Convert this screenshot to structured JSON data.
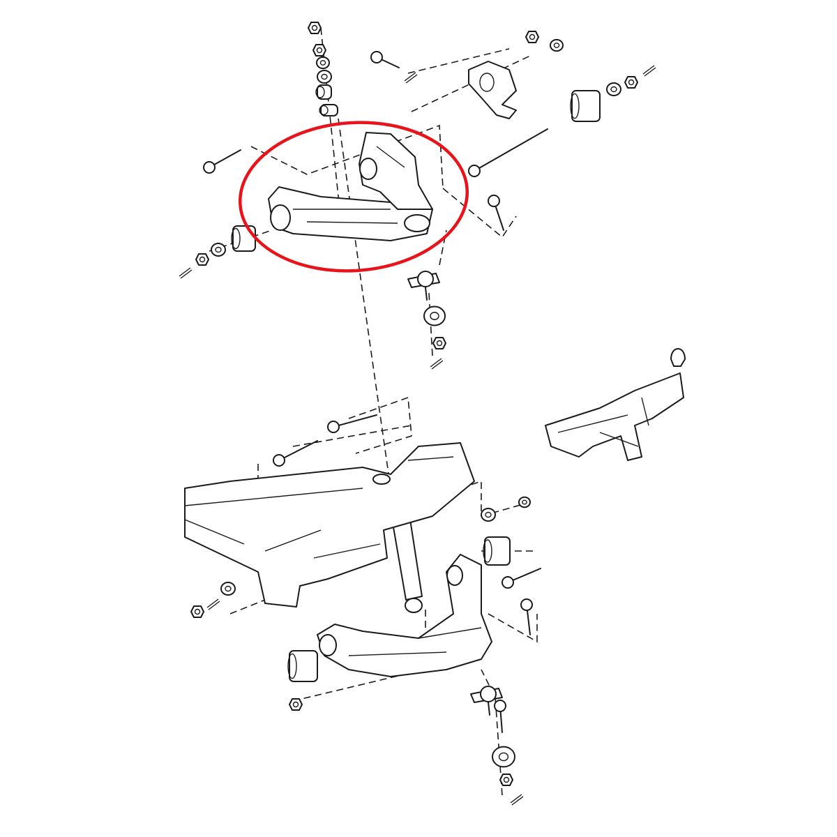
{
  "diagram": {
    "kind": "exploded-view",
    "subject_icons": [
      "upper-control-arm",
      "lower-control-arm",
      "shock-absorber",
      "frame-crossmember",
      "ball-joint",
      "bushing",
      "bolt",
      "nut",
      "washer",
      "cotter-pin"
    ],
    "highlight": {
      "target": "upper-control-arm",
      "shape": "ellipse",
      "color": "#e8141c"
    },
    "line_color": "#1a1a1a",
    "background": "#ffffff"
  }
}
